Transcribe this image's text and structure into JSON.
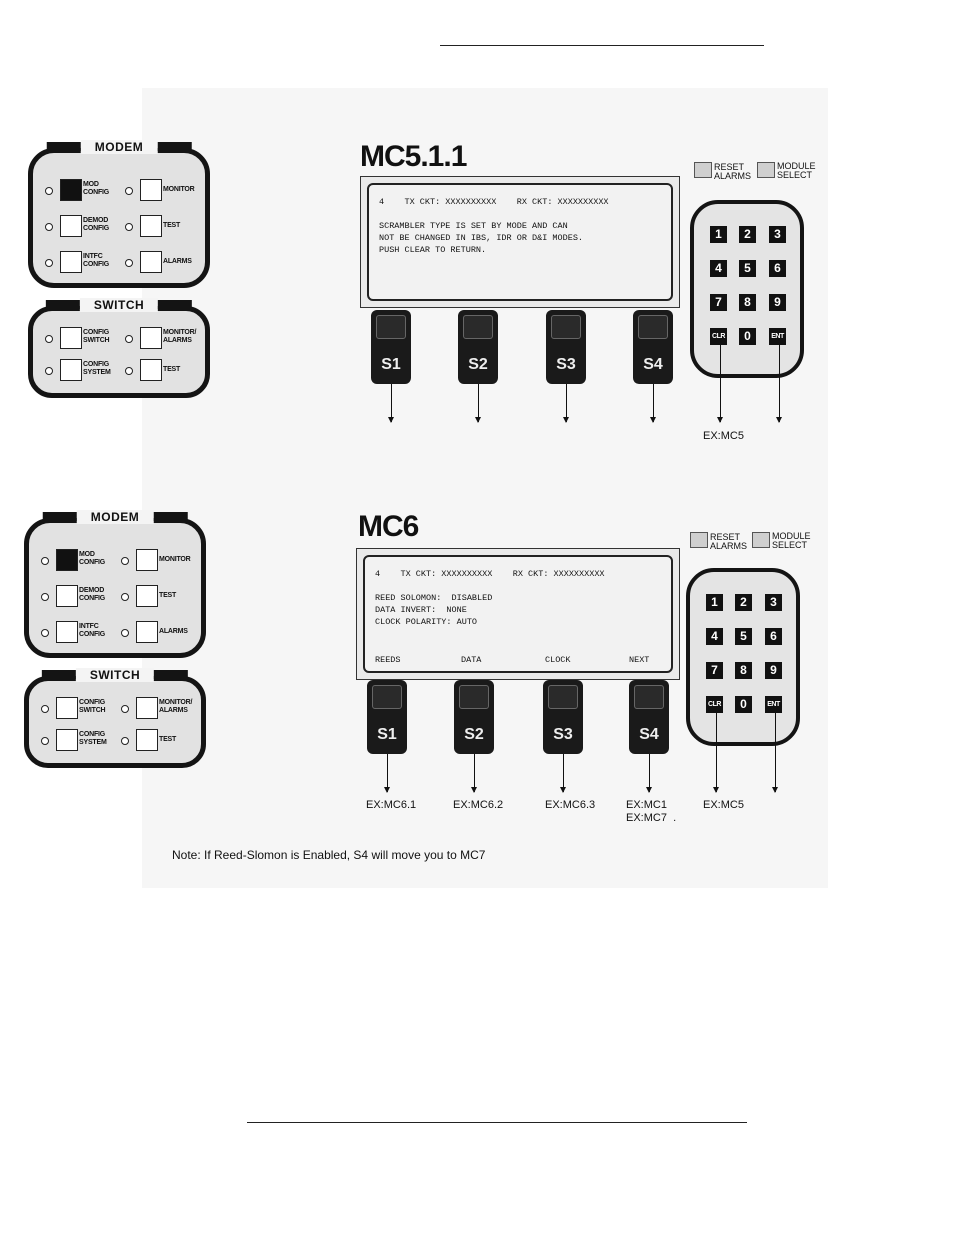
{
  "panels": [
    {
      "title": "MC5.1.1",
      "modem": {
        "title": "MODEM",
        "buttons": [
          "MOD\nCONFIG",
          "MONITOR",
          "DEMOD\nCONFIG",
          "TEST",
          "INTFC\nCONFIG",
          "ALARMS"
        ]
      },
      "switch": {
        "title": "SWITCH",
        "buttons": [
          "CONFIG\nSWITCH",
          "MONITOR/\nALARMS",
          "CONFIG\nSYSTEM",
          "TEST"
        ]
      },
      "lcd": {
        "header": "4    TX CKT: XXXXXXXXXX    RX CKT: XXXXXXXXXX",
        "lines": [
          "SCRAMBLER TYPE IS SET BY MODE AND CAN",
          "NOT BE CHANGED IN IBS, IDR OR D&I MODES.",
          "PUSH CLEAR TO RETURN."
        ],
        "softkeys": [
          "",
          "",
          "",
          ""
        ]
      },
      "softkeys": [
        "S1",
        "S2",
        "S3",
        "S4"
      ],
      "legend": {
        "reset": "RESET\nALARMS",
        "module": "MODULE\nSELECT"
      },
      "keypad": [
        "1",
        "2",
        "3",
        "4",
        "5",
        "6",
        "7",
        "8",
        "9",
        "CLR",
        "0",
        "ENT"
      ],
      "exits": {
        "s1": "",
        "s2": "",
        "s3": "",
        "s4": "",
        "clr": "EX:MC5",
        "ent": ""
      }
    },
    {
      "title": "MC6",
      "modem": {
        "title": "MODEM",
        "buttons": [
          "MOD\nCONFIG",
          "MONITOR",
          "DEMOD\nCONFIG",
          "TEST",
          "INTFC\nCONFIG",
          "ALARMS"
        ]
      },
      "switch": {
        "title": "SWITCH",
        "buttons": [
          "CONFIG\nSWITCH",
          "MONITOR/\nALARMS",
          "CONFIG\nSYSTEM",
          "TEST"
        ]
      },
      "lcd": {
        "header": "4    TX CKT: XXXXXXXXXX    RX CKT: XXXXXXXXXX",
        "lines": [
          "REED SOLOMON:  DISABLED",
          "DATA INVERT:  NONE",
          "CLOCK POLARITY: AUTO"
        ],
        "softkeys": [
          "REEDS",
          "DATA",
          "CLOCK",
          "NEXT"
        ]
      },
      "softkeys": [
        "S1",
        "S2",
        "S3",
        "S4"
      ],
      "legend": {
        "reset": "RESET\nALARMS",
        "module": "MODULE\nSELECT"
      },
      "keypad": [
        "1",
        "2",
        "3",
        "4",
        "5",
        "6",
        "7",
        "8",
        "9",
        "CLR",
        "0",
        "ENT"
      ],
      "exits": {
        "s1": "EX:MC6.1",
        "s2": "EX:MC6.2",
        "s3": "EX:MC6.3",
        "s4": "EX:MC1\nEX:MC7  .",
        "clr": "EX:MC5",
        "ent": ""
      }
    }
  ],
  "note": "Note: If Reed-Slomon is Enabled, S4 will move you to MC7"
}
